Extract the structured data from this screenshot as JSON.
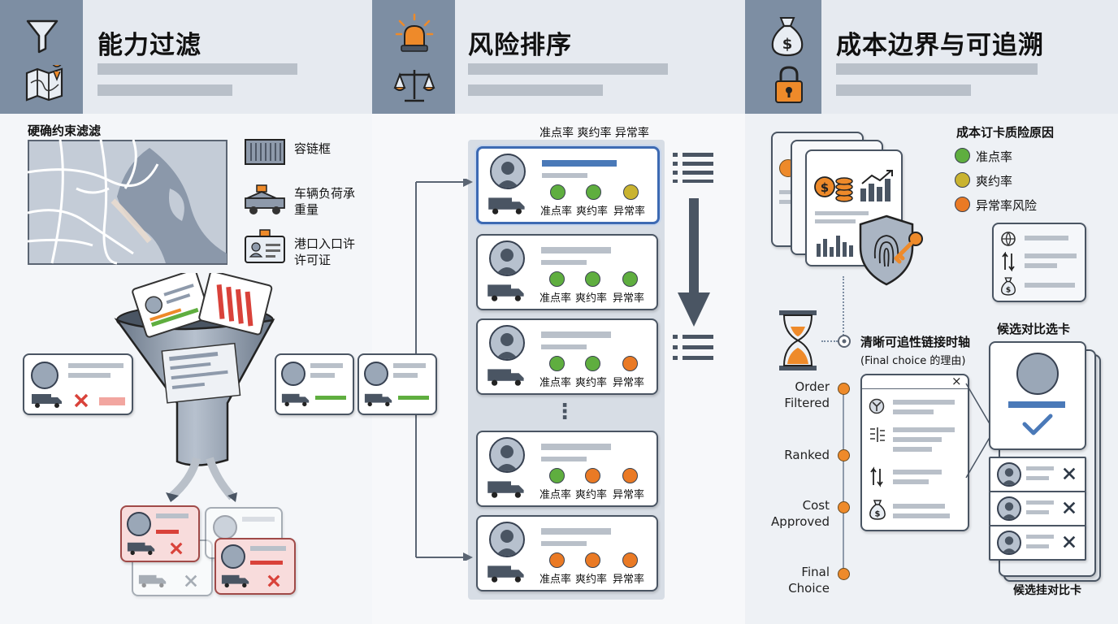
{
  "panel1": {
    "title": "能力过滤",
    "section_label": "硬确约束滤滤",
    "legend": [
      {
        "icon": "shipping-container-icon",
        "label": "容链框"
      },
      {
        "icon": "tow-truck-icon",
        "label": "车辆负荷承重量"
      },
      {
        "icon": "port-permit-badge-icon",
        "label": "港口入口许许可证"
      }
    ]
  },
  "panel2": {
    "title": "风险排序",
    "metrics_header": "准点率 爽约率 异常率",
    "metric_labels": [
      "准点率",
      "爽约率",
      "异常率"
    ],
    "cards": [
      {
        "dots": [
          "green",
          "green",
          "yellow"
        ],
        "highlighted": true
      },
      {
        "dots": [
          "green",
          "green",
          "green"
        ],
        "highlighted": false
      },
      {
        "dots": [
          "green",
          "green",
          "orange"
        ],
        "highlighted": false
      },
      {
        "dots": [
          "green",
          "orange",
          "orange"
        ],
        "highlighted": false
      },
      {
        "dots": [
          "orange",
          "orange",
          "orange"
        ],
        "highlighted": false
      }
    ],
    "ellipsis": "⋮"
  },
  "panel3": {
    "title": "成本边界与可追溯",
    "cause_title": "成本订卡质险原因",
    "legend": [
      {
        "color": "#5fae3f",
        "label": "准点率"
      },
      {
        "color": "#c9b330",
        "label": "爽约率"
      },
      {
        "color": "#ea7a25",
        "label": "异常率风险"
      }
    ],
    "trace_title": "清晰可追性链接时轴",
    "trace_subtitle": "(Final choice 的理由)",
    "timeline": [
      "Order Filtered",
      "Ranked",
      "Cost Approved",
      "Final Choice"
    ],
    "compare_title": "候选对比选卡",
    "compare_footer": "候选挂对比卡",
    "close_glyph": "×"
  },
  "colors": {
    "header_bg": "#e6eaf0",
    "icon_strip": "#7d8ea3",
    "accent_blue": "#4a79b8",
    "green": "#5fae3f",
    "yellow": "#c9b330",
    "orange": "#ea7a25",
    "red": "#d9423a"
  }
}
